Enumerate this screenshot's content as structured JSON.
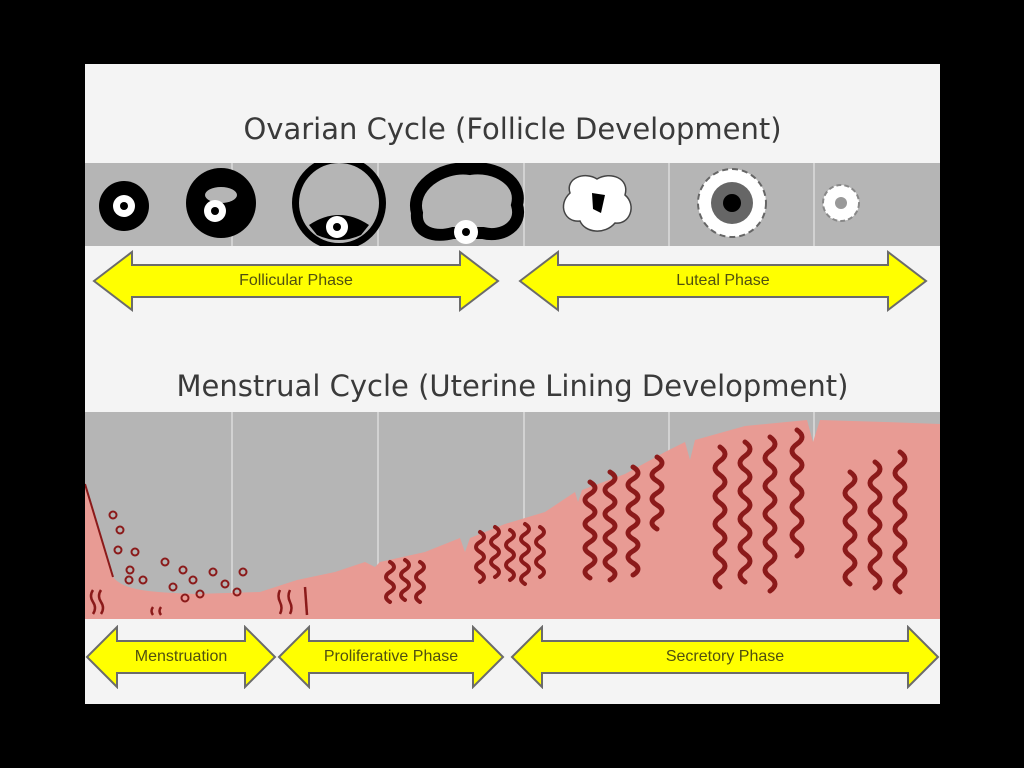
{
  "ovarian": {
    "title": "Ovarian Cycle (Follicle Development)",
    "follicular_label": "Follicular Phase",
    "luteal_label": "Luteal Phase"
  },
  "menstrual": {
    "title": "Menstrual Cycle (Uterine Lining Development)",
    "menstruation_label": "Menstruation",
    "proliferative_label": "Proliferative Phase",
    "secretory_label": "Secretory Phase"
  },
  "colors": {
    "arrow_fill": "#ffff00",
    "arrow_stroke": "#6b6b6b",
    "lining": "#e89b94",
    "glands": "#8b1a1a",
    "band": "#b5b5b5"
  }
}
